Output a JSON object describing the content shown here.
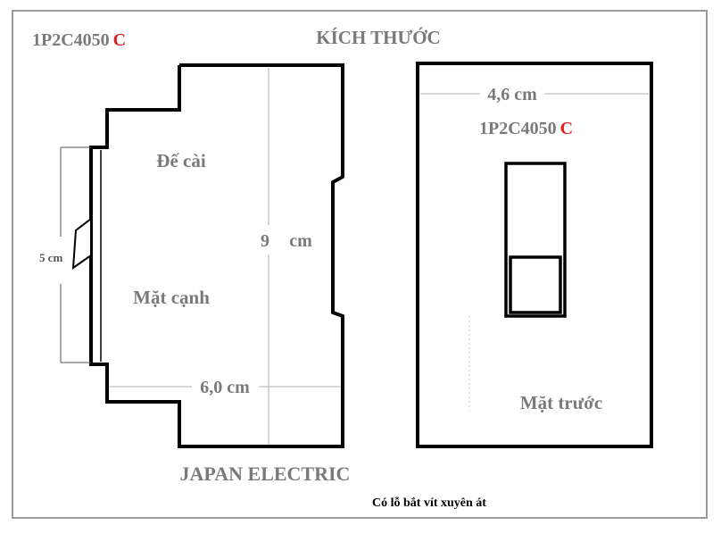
{
  "header": {
    "model_code": "1P2C4050",
    "model_suffix": "C",
    "title": "KÍCH THƯỚC"
  },
  "side_view": {
    "base_label": "Đế cài",
    "face_label": "Mặt cạnh",
    "height_value": "9",
    "height_unit": "cm",
    "width_label": "6,0 cm",
    "rail_label": "5 cm"
  },
  "front_view": {
    "width_label": "4,6 cm",
    "model_code": "1P2C4050",
    "model_suffix": "C",
    "face_label": "Mặt trước"
  },
  "footer": {
    "brand": "JAPAN ELECTRIC",
    "note": "Có lỗ bắt vít xuyên át"
  },
  "colors": {
    "text_gray": "#7a7a7a",
    "accent_red": "#e02020",
    "outline": "#000000",
    "frame": "#9a9a9a",
    "guide_line": "#b0b0b0"
  }
}
